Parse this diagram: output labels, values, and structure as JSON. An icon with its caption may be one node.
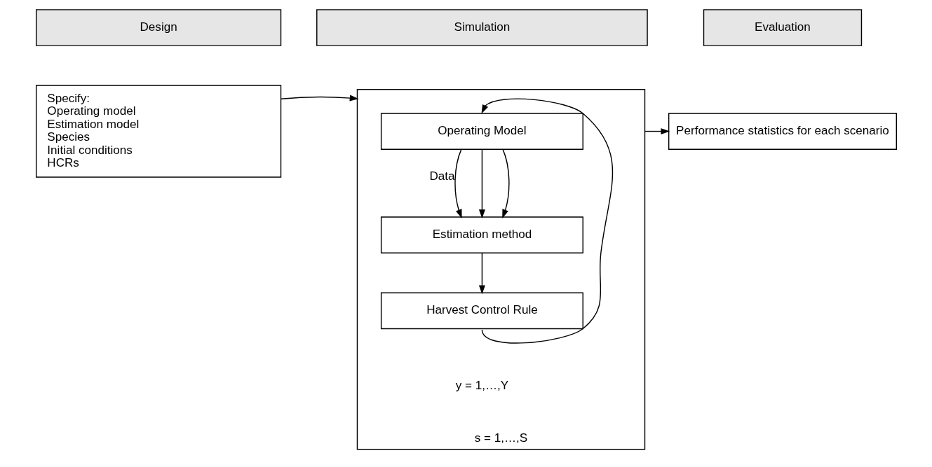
{
  "diagram": {
    "nodes": [
      {
        "text": [
          "Design"
        ]
      },
      {
        "text": [
          "Simulation"
        ]
      },
      {
        "text": [
          "Evaluation"
        ]
      },
      {
        "text": [
          "Specify:",
          "Operating model",
          "Estimation model",
          "Species",
          "Initial conditions",
          "HCRs"
        ]
      },
      {
        "text": [
          "s = 1,…,S"
        ]
      },
      {
        "text": [
          "Operating Model"
        ],
        "in": 4
      },
      {
        "text": [
          "Estimation method"
        ],
        "in": 4
      },
      {
        "text": [
          "Harvest Control Rule"
        ],
        "in": 4
      },
      {
        "text": [
          "Performance statistics for each scenario"
        ]
      }
    ],
    "edges": [
      {
        "from": 3,
        "to": 4,
        "arrow": "to"
      },
      {
        "from": 4,
        "to": 8,
        "arrow": "to"
      },
      {
        "from": 5,
        "to": 6,
        "arrow": "to",
        "label": "Data"
      },
      {
        "from": 5,
        "to": 6,
        "arrow": "to"
      },
      {
        "from": 5,
        "to": 6,
        "arrow": "to"
      },
      {
        "from": 6,
        "to": 7,
        "arrow": "to"
      },
      {
        "from": 7,
        "to": 5,
        "arrow": "to"
      }
    ],
    "labels": [
      "y = 1,…,Y"
    ]
  }
}
